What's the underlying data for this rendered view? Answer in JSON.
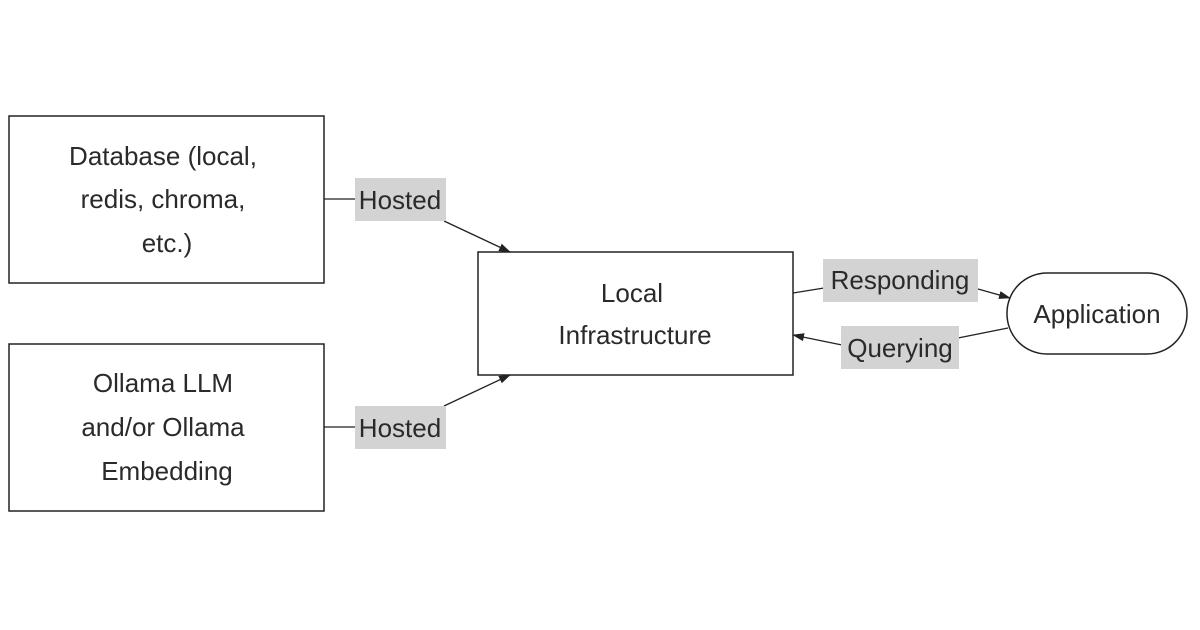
{
  "nodes": {
    "database": {
      "lines": [
        "Database (local,",
        "redis, chroma,",
        "etc.)"
      ]
    },
    "ollama": {
      "lines": [
        "Ollama LLM",
        "and/or Ollama",
        "Embedding"
      ]
    },
    "infrastructure": {
      "lines": [
        "Local",
        "Infrastructure"
      ]
    },
    "application": {
      "lines": [
        "Application"
      ]
    }
  },
  "edges": {
    "database_to_infra": {
      "label": "Hosted"
    },
    "ollama_to_infra": {
      "label": "Hosted"
    },
    "infra_to_app": {
      "label": "Responding"
    },
    "app_to_infra": {
      "label": "Querying"
    }
  },
  "colors": {
    "stroke": "#222222",
    "label_background": "#d3d3d3",
    "text": "#2a2a2a"
  }
}
